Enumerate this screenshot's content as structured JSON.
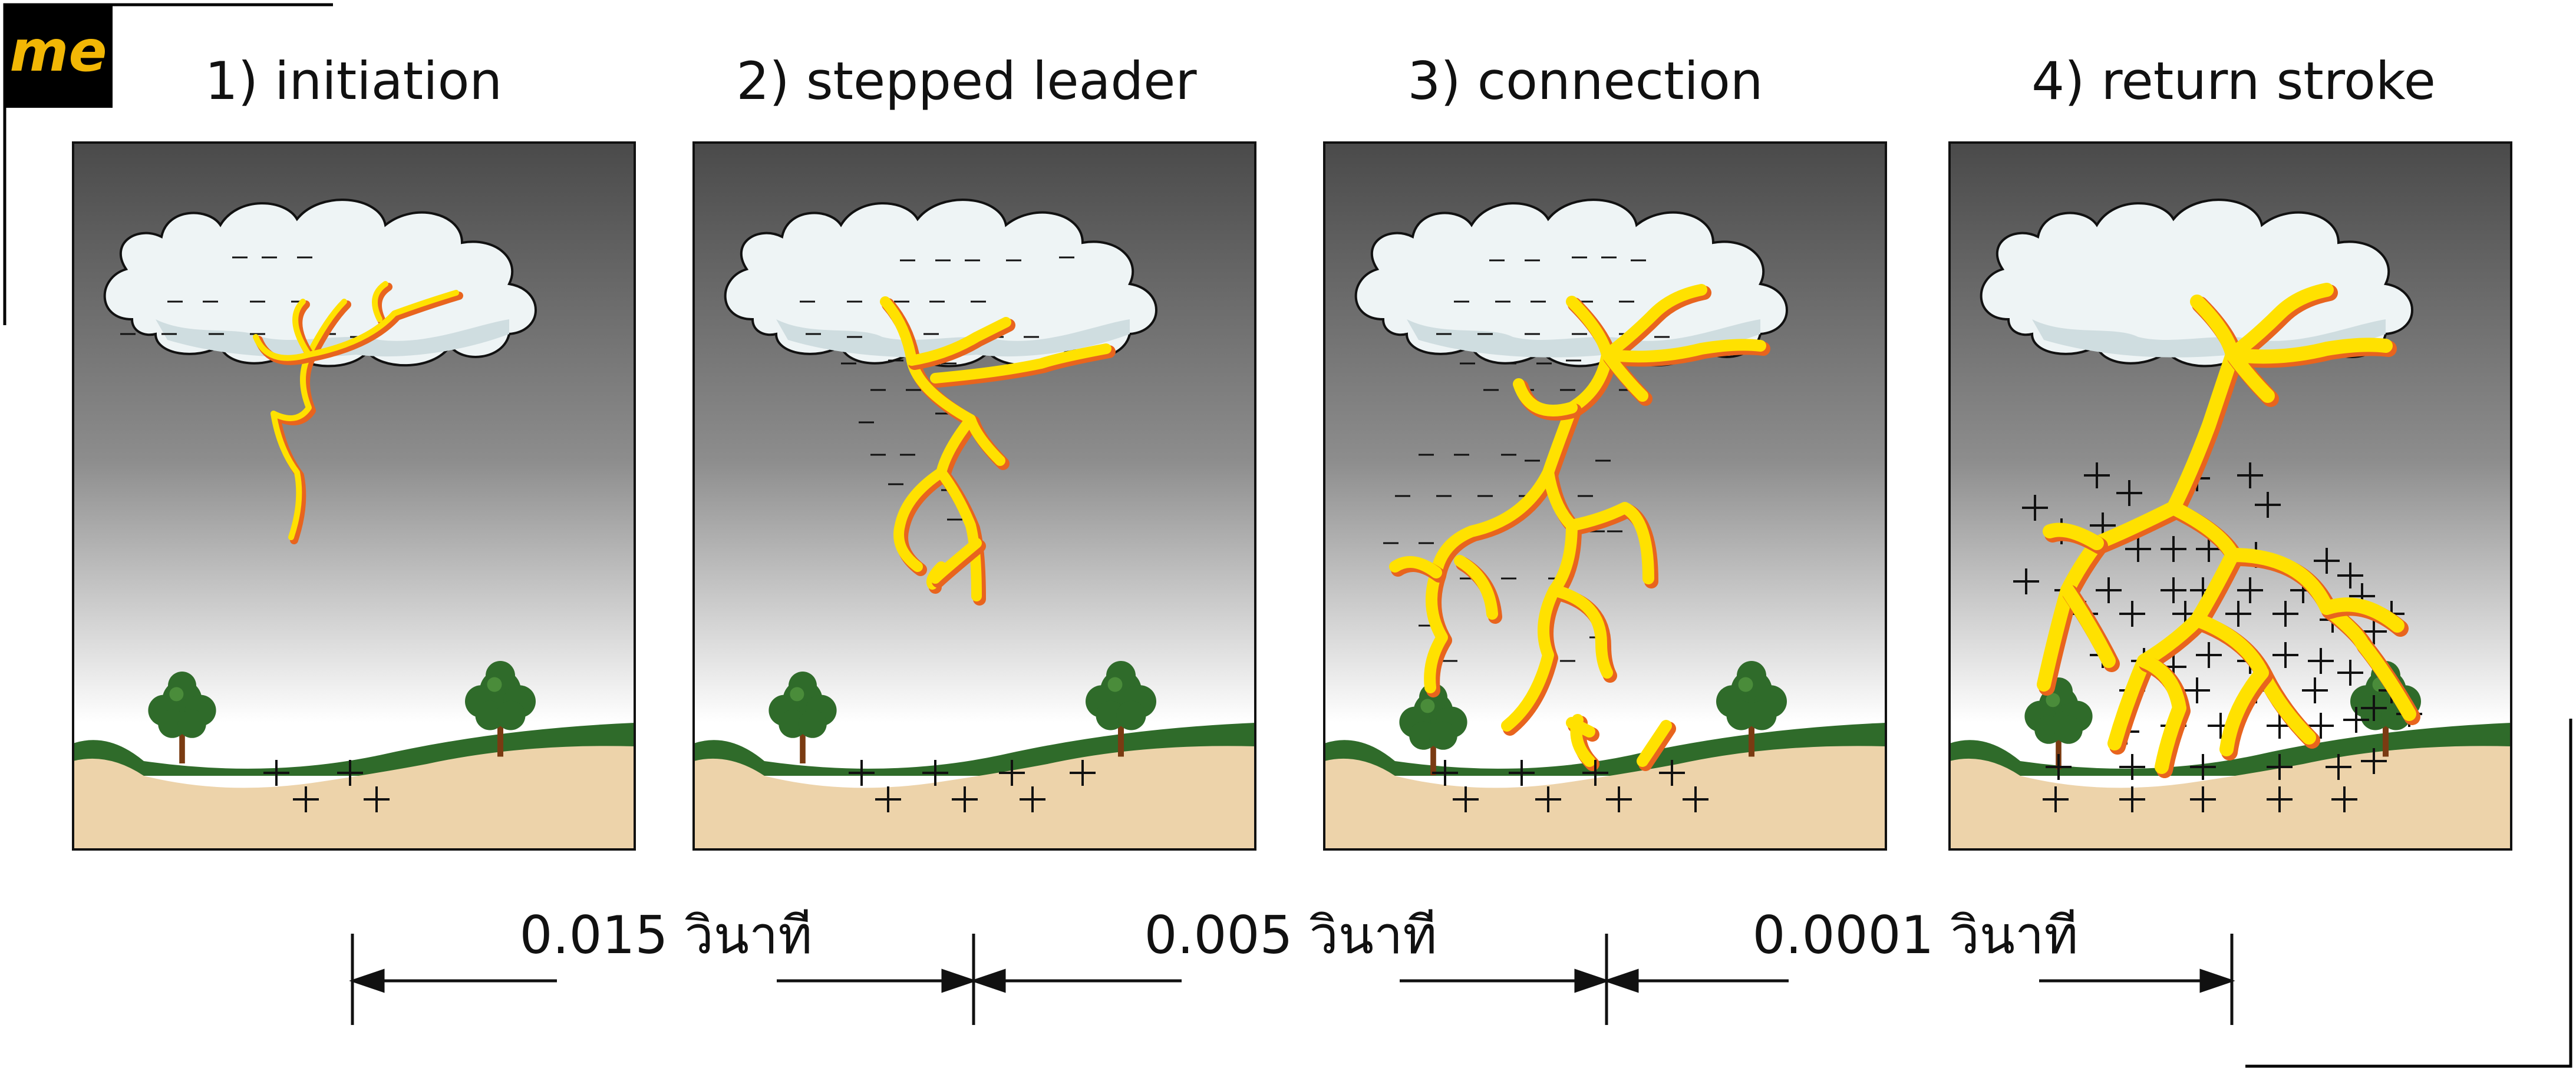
{
  "logo": {
    "text": "me",
    "bg": "#000000",
    "fg": "#f2b705"
  },
  "panels": [
    {
      "title": "1) initiation"
    },
    {
      "title": "2) stepped leader"
    },
    {
      "title": "3) connection"
    },
    {
      "title": "4) return stroke"
    }
  ],
  "intervals": [
    {
      "label": "0.015 วินาที"
    },
    {
      "label": "0.005 วินาที"
    },
    {
      "label": "0.0001 วินาที"
    }
  ],
  "colors": {
    "sky_top": "#4d4d4d",
    "sky_bottom": "#ffffff",
    "ground": "#edd3aa",
    "grass": "#2f6b2a",
    "cloud": "#eef4f5",
    "bolt": "#ffe100",
    "bolt_edge": "#e8641e"
  }
}
